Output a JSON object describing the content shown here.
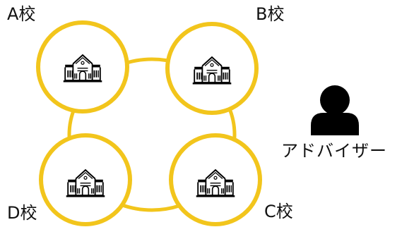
{
  "schools": [
    {
      "id": "a",
      "label": "A校"
    },
    {
      "id": "b",
      "label": "B校"
    },
    {
      "id": "c",
      "label": "C校"
    },
    {
      "id": "d",
      "label": "D校"
    }
  ],
  "advisor": {
    "label": "アドバイザー",
    "icon": "person-icon"
  },
  "colors": {
    "ring": "#f2c51c",
    "icon": "#000000",
    "background": "#ffffff"
  }
}
